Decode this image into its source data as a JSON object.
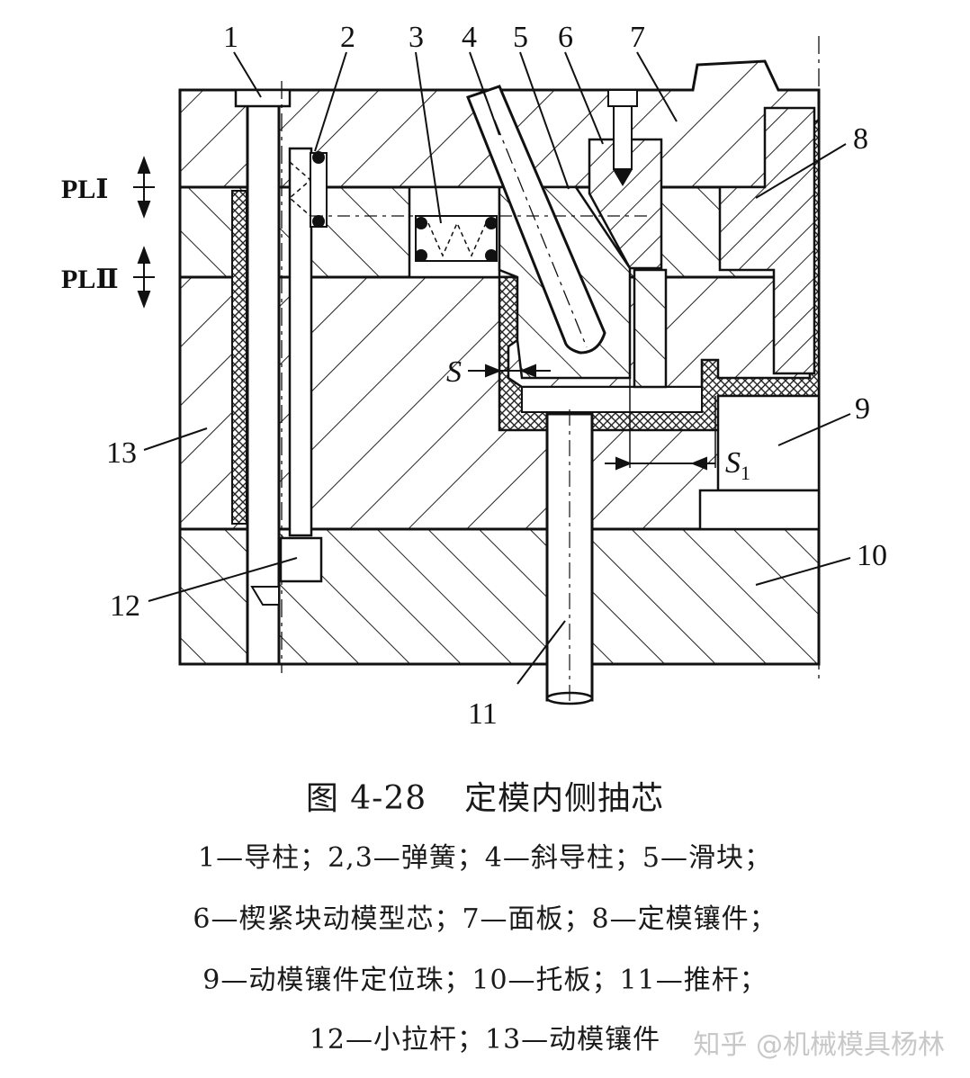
{
  "labels": {
    "n1": "1",
    "n2": "2",
    "n3": "3",
    "n4": "4",
    "n5": "5",
    "n6": "6",
    "n7": "7",
    "n8": "8",
    "n9": "9",
    "n10": "10",
    "n11": "11",
    "n12": "12",
    "n13": "13",
    "pl1": "PLⅠ",
    "pl2": "PLⅡ",
    "s": "S",
    "s1_main": "S",
    "s1_sub": "1"
  },
  "figure": {
    "number": "图 4-28",
    "title": "定模内侧抽芯"
  },
  "legend": {
    "line1": "1—导柱；2,3—弹簧；4—斜导柱；5—滑块；",
    "line2": "6—楔紧块动模型芯；7—面板；8—定模镶件；",
    "line3": "9—动模镶件定位珠；10—托板；11—推杆；",
    "line4": "12—小拉杆；13—动模镶件"
  },
  "watermark": "知乎 @机械模具杨林"
}
